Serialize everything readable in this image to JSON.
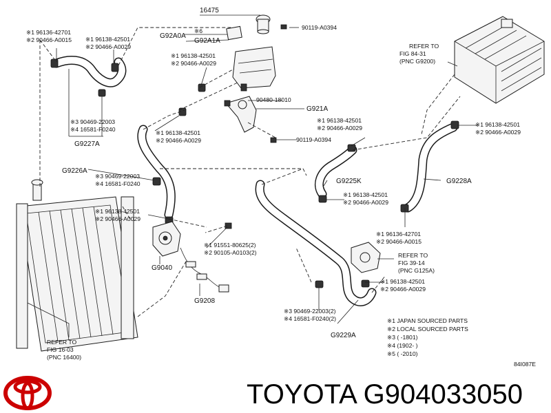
{
  "brand": {
    "part_number_text": "TOYOTA G904033050",
    "logo_color": "#cc0000"
  },
  "diagram": {
    "code_labels": {
      "g92a0a": "G92A0A",
      "g92a1a": "G92A1A",
      "g921a": "G921A",
      "g9227a": "G9227A",
      "g9226a": "G9226A",
      "g9225k": "G9225K",
      "g9228a": "G9228A",
      "g9040": "G9040",
      "g9208": "G9208",
      "g9229a": "G9229A",
      "diagram_id": "84I087E"
    },
    "parts": {
      "p16475": "16475",
      "p90119_top": "90119-A0394",
      "p90480": "90480-18010",
      "p90119_mid": "90119-A0394"
    },
    "callouts": [
      {
        "id": "tl",
        "lines": [
          "※1 96136-42701",
          "※2 90466-A0015"
        ]
      },
      {
        "id": "tc",
        "lines": [
          "※1 96138-42501",
          "※2 90466-A0029"
        ]
      },
      {
        "id": "res",
        "lines": [
          "※6",
          "※1 96138-42501",
          "※2 90466-A0029"
        ]
      },
      {
        "id": "g9227",
        "lines": [
          "※3 90469-22003",
          "※4 16581-F0240"
        ]
      },
      {
        "id": "mid1",
        "lines": [
          "※1 96138-42501",
          "※2 90466-A0029"
        ]
      },
      {
        "id": "g9226",
        "lines": [
          "※3 90469-22003",
          "※4 16581-F0240"
        ]
      },
      {
        "id": "pump",
        "lines": [
          "※1 96138-42501",
          "※2 90466-A0029"
        ]
      },
      {
        "id": "bolt",
        "lines": [
          "※1 91551-80625(2)",
          "※2 90105-A0103(2)"
        ]
      },
      {
        "id": "r1",
        "lines": [
          "※1 96138-42501",
          "※2 90466-A0029"
        ]
      },
      {
        "id": "r2",
        "lines": [
          "※1 96138-42501",
          "※2 90466-A0029"
        ]
      },
      {
        "id": "r3",
        "lines": [
          "※1 96138-42501",
          "※2 90466-A0029"
        ]
      },
      {
        "id": "r4",
        "lines": [
          "※1 96136-42701",
          "※2 90466-A0015"
        ]
      },
      {
        "id": "r5",
        "lines": [
          "※1 96138-42501",
          "※2 90466-A0029"
        ]
      },
      {
        "id": "g9229",
        "lines": [
          "※3 90469-22003(2)",
          "※4 16581-F0240(2)"
        ]
      }
    ],
    "refs": [
      {
        "id": "fig84",
        "lines": [
          "REFER TO",
          "FIG 84-31",
          "(PNC G9200)"
        ]
      },
      {
        "id": "fig39",
        "lines": [
          "REFER TO",
          "FIG 39-14",
          "(PNC G125A)"
        ]
      },
      {
        "id": "fig16",
        "lines": [
          "REFER TO",
          "FIG 16-03",
          "(PNC 16400)"
        ]
      }
    ],
    "legend": [
      "※1 JAPAN SOURCED PARTS",
      "※2 LOCAL SOURCED PARTS",
      "※3 (        -1801)",
      "※4 (1902-        )",
      "※5 (            -2010)"
    ]
  }
}
